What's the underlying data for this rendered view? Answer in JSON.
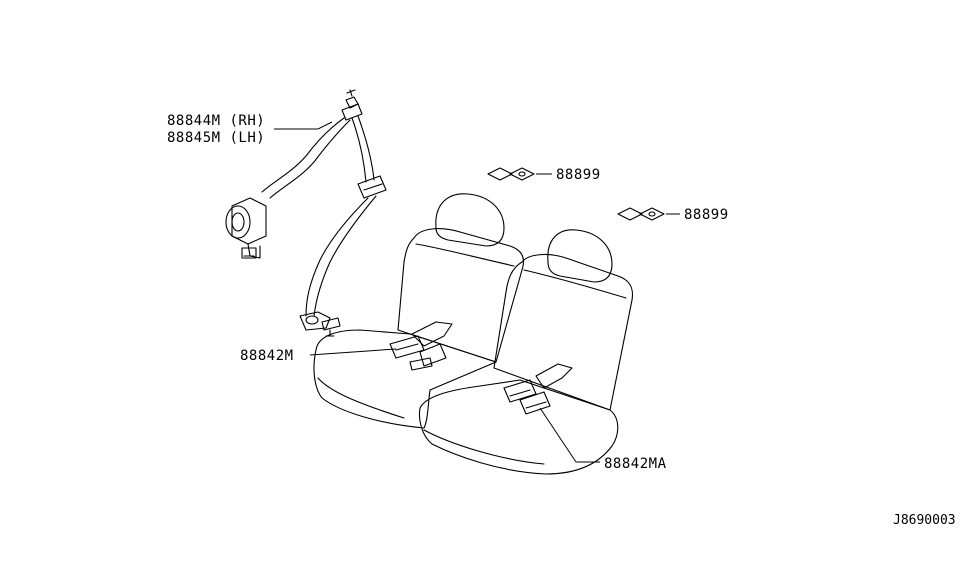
{
  "labels": {
    "belt_rh": "88844M (RH)",
    "belt_lh": "88845M (LH)",
    "clip_upper": "88899",
    "clip_lower": "88899",
    "buckle_left": "88842M",
    "buckle_right": "88842MA",
    "diagram_ref": "J8690003"
  },
  "colors": {
    "line": "#000000",
    "background": "#ffffff"
  }
}
